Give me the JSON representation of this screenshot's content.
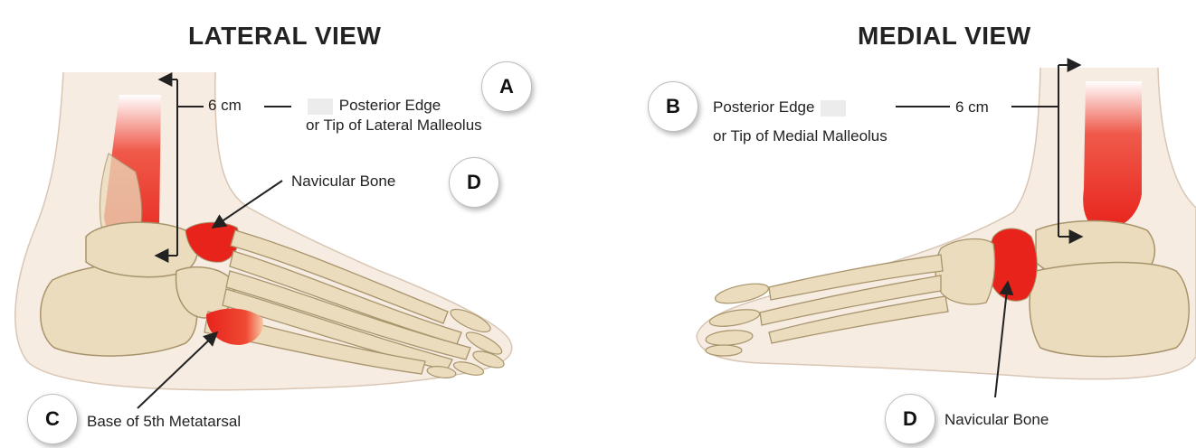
{
  "lateral": {
    "title": "LATERAL VIEW",
    "measure": "6 cm",
    "posterior_line1": "Posterior Edge",
    "posterior_line2": "or Tip of Lateral Malleolus",
    "navicular": "Navicular Bone",
    "metatarsal": "Base of 5th Metatarsal",
    "markers": {
      "posterior": "A",
      "navicular": "D",
      "metatarsal": "C"
    }
  },
  "medial": {
    "title": "MEDIAL VIEW",
    "measure": "6 cm",
    "posterior_line1": "Posterior Edge",
    "posterior_line2": "or Tip of Medial Malleolus",
    "navicular": "Navicular Bone",
    "markers": {
      "posterior": "B",
      "navicular": "D"
    }
  },
  "colors": {
    "bone": "#eadcbc",
    "bone_outline": "#a8946c",
    "highlight": "#e8231c",
    "skin": "#f4e8dc"
  }
}
